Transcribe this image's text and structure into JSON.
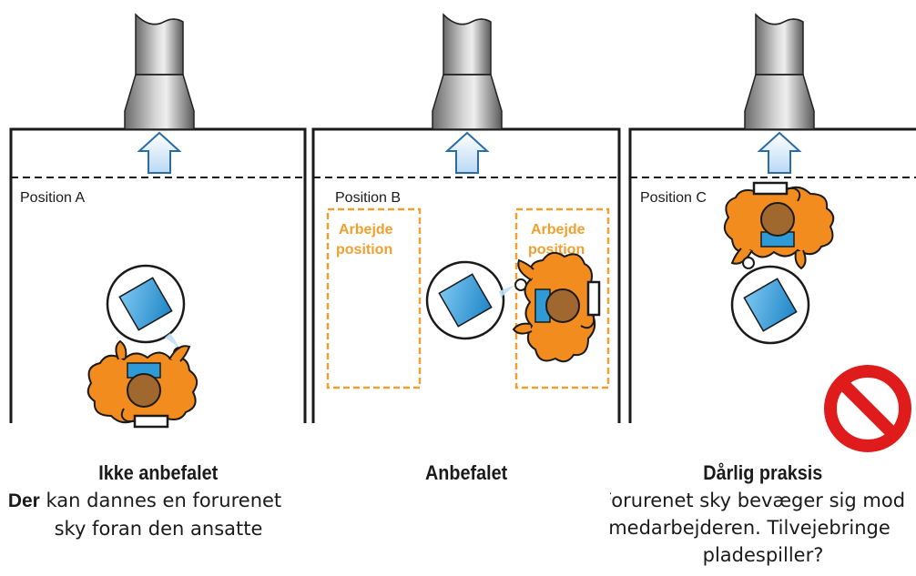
{
  "panels": [
    {
      "position_label": "Position A"
    },
    {
      "position_label": "Position B",
      "work_zone_line1": "Arbejde",
      "work_zone_line2": "position"
    },
    {
      "position_label": "Position C"
    }
  ],
  "captions": {
    "a_title": "Ikke anbefalet",
    "a_lead": "Der",
    "a_line1": " kan dannes en forurenet",
    "a_line2": "sky foran den ansatte",
    "b_title": "Anbefalet",
    "c_title": "Dårlig praksis",
    "c_line1": "Forurenet sky bevæger sig mod",
    "c_line2": "medarbejderen. Tilvejebringe",
    "c_line3": "pladespiller?"
  },
  "colors": {
    "worker": "#f28c1e",
    "head": "#a0672f",
    "mask": "#2e9ad6",
    "workpiece": "#3aa0dd",
    "work_zone": "#f0a030",
    "arrow": "#cfe6fa",
    "prohibited": "#e01b1b"
  },
  "icons": [
    "extraction-hood-icon",
    "airflow-arrow-icon",
    "worker-icon",
    "workpiece-icon",
    "prohibited-icon"
  ]
}
